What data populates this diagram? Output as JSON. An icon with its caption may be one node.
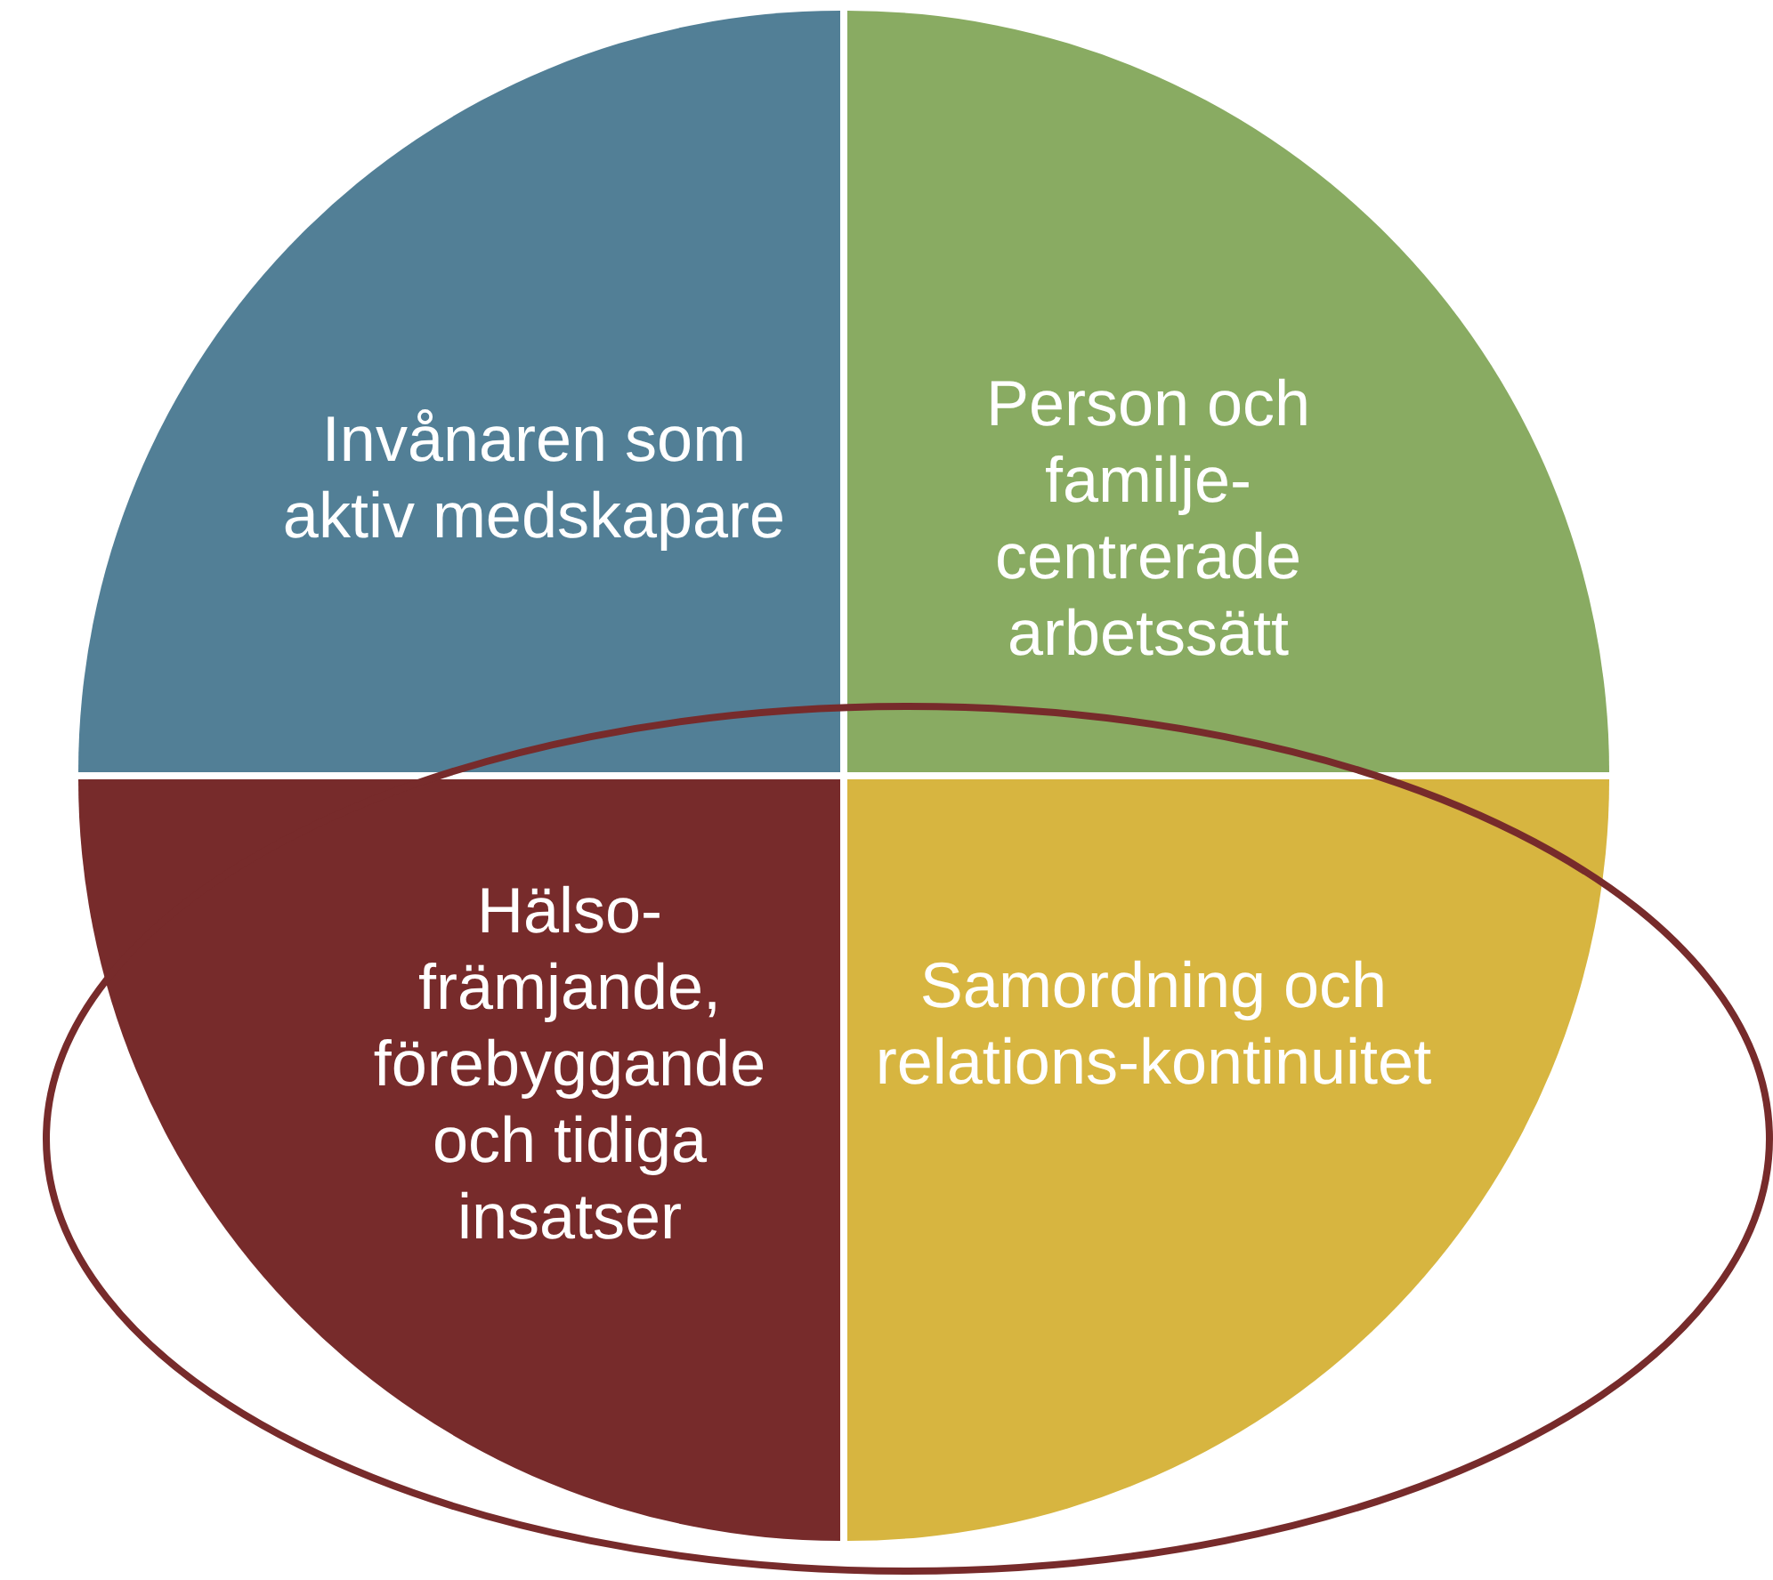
{
  "diagram": {
    "nodes": [
      {
        "text": [
          "Invånaren som aktiv medskapare"
        ]
      },
      {
        "text": [
          "Person och familje-centrerade arbetssätt"
        ]
      },
      {
        "text": [
          "Hälso-främjande, förebyggande och tidiga insatser"
        ]
      },
      {
        "text": [
          "Samordning och relations-kontinuitet"
        ]
      }
    ]
  }
}
